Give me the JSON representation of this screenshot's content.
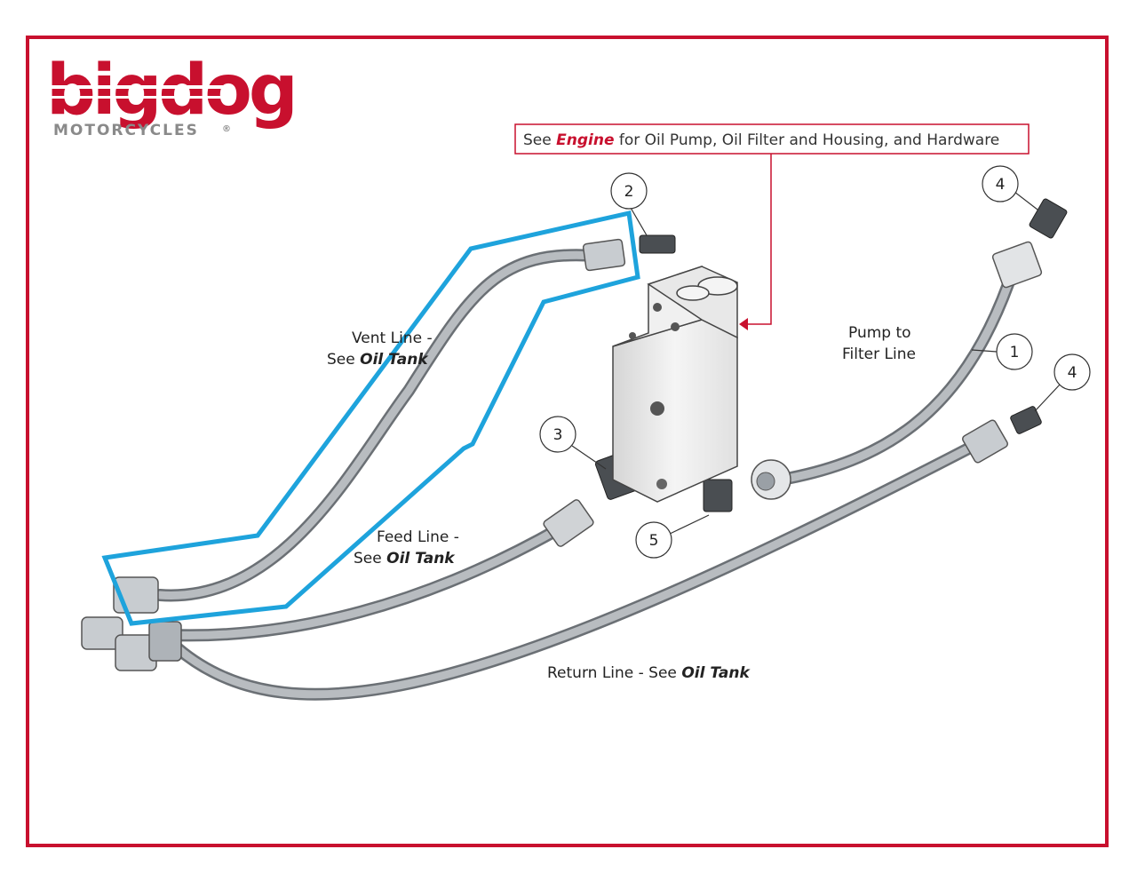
{
  "logo": {
    "brand": "bigdog",
    "subtitle": "MOTORCYCLES",
    "mark": "®"
  },
  "note": {
    "prefix": "See ",
    "emphasis": "Engine",
    "suffix": " for Oil Pump, Oil Filter and Housing, and Hardware"
  },
  "labels": {
    "vent_line_1": "Vent Line -",
    "vent_line_2": "See ",
    "vent_line_2b": "Oil Tank",
    "pump_filter_1": "Pump to",
    "pump_filter_2": "Filter Line",
    "feed_line_1": "Feed Line -",
    "feed_line_2": "See ",
    "feed_line_2b": "Oil Tank",
    "return_line": "Return Line - See ",
    "return_line_b": "Oil Tank"
  },
  "callouts": [
    "1",
    "2",
    "3",
    "4",
    "4",
    "5"
  ],
  "colors": {
    "frame": "#c8102e",
    "highlight": "#1ea3dc",
    "hose": "#9aa0a6"
  }
}
